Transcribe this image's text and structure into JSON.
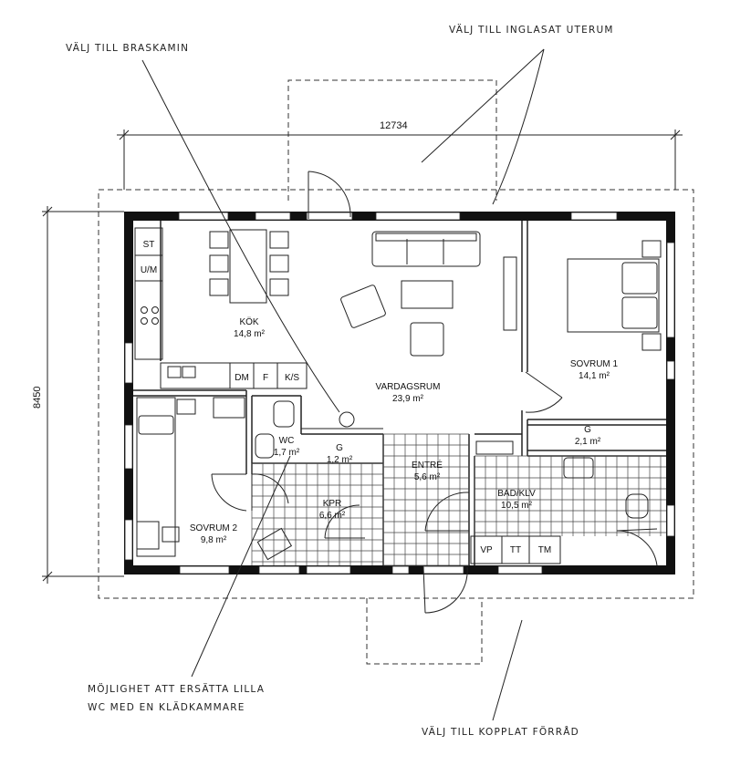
{
  "dimensions": {
    "width": "12734",
    "height": "8450"
  },
  "annotations": {
    "fireplace": "VÄLJ TILL BRASKAMIN",
    "sunroom": "VÄLJ TILL INGLASAT UTERUM",
    "wc_line1": "MÖJLIGHET ATT ERSÄTTA LILLA",
    "wc_line2": "WC MED EN KLÄDKAMMARE",
    "storage": "VÄLJ TILL KOPPLAT FÖRRÅD"
  },
  "rooms": {
    "kitchen": {
      "name": "KÖK",
      "area": "14,8 m²"
    },
    "living": {
      "name": "VARDAGSRUM",
      "area": "23,9 m²"
    },
    "bedroom1": {
      "name": "SOVRUM 1",
      "area": "14,1 m²"
    },
    "bedroom2": {
      "name": "SOVRUM 2",
      "area": "9,8 m²"
    },
    "wc": {
      "name": "WC",
      "area": "1,7 m²"
    },
    "closet1": {
      "name": "G",
      "area": "1,2 m²"
    },
    "closet2": {
      "name": "G",
      "area": "2,1 m²"
    },
    "entrance": {
      "name": "ENTRÉ",
      "area": "5,6 m²"
    },
    "laundry": {
      "name": "KPR",
      "area": "6,6 m²"
    },
    "bath": {
      "name": "BAD/KLV",
      "area": "10,5 m²"
    }
  },
  "appliances": {
    "st": "ST",
    "um": "U/M",
    "dm": "DM",
    "f": "F",
    "ks": "K/S",
    "vp": "VP",
    "tt": "TT",
    "tm": "TM"
  }
}
